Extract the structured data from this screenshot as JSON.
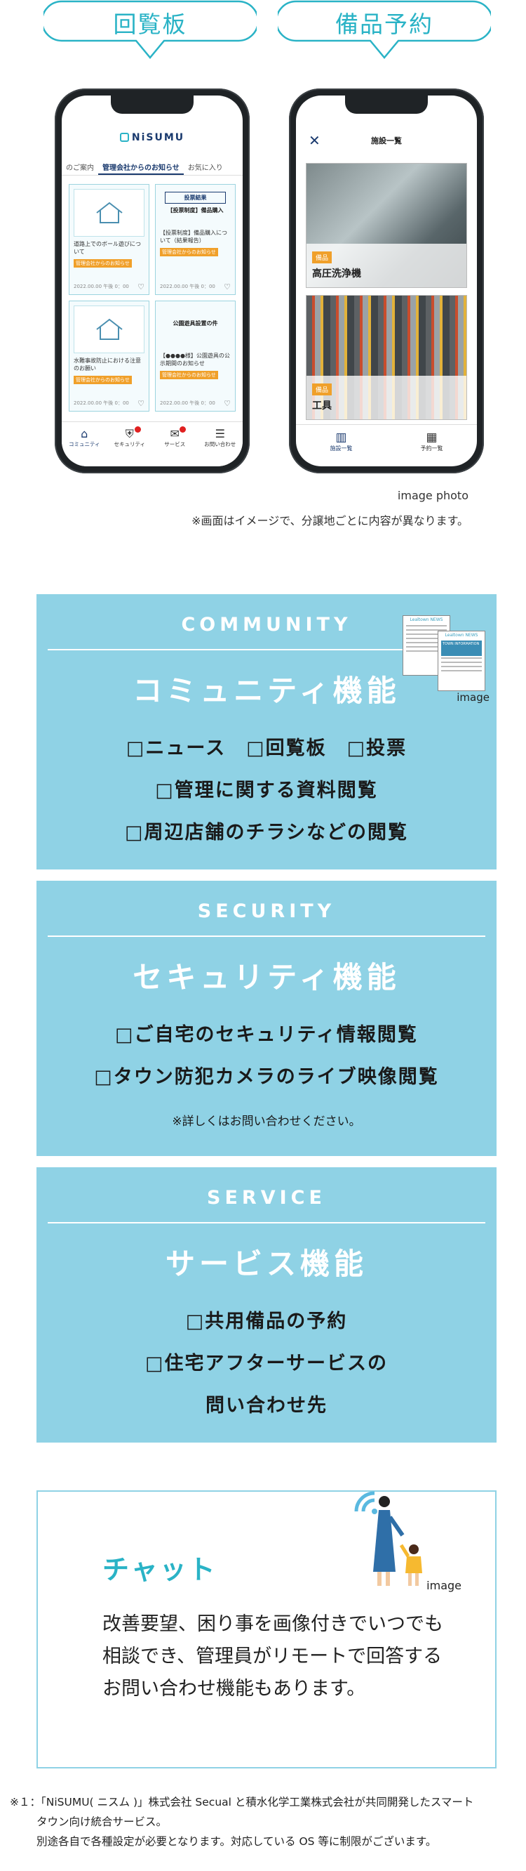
{
  "tags": {
    "left": "回覧板",
    "right": "備品予約"
  },
  "left_phone": {
    "logo": "NiSUMU",
    "tabs": [
      "のご案内",
      "管理会社からのお知らせ",
      "お気に入り"
    ],
    "cards": [
      {
        "head": "",
        "title": "道路上でのボール遊びについて",
        "chip": "管理会社からのお知らせ",
        "date": "2022.00.00 午後 0：00"
      },
      {
        "boxed": "投票結果",
        "head": "【投票制度】備品購入",
        "title": "【投票制度】備品購入について（結果報告）",
        "chip": "管理会社からのお知らせ",
        "date": "2022.00.00 午後 0：00"
      },
      {
        "head": "",
        "title": "水難事故防止における注意のお願い",
        "chip": "管理会社からのお知らせ",
        "date": "2022.00.00 午後 0：00"
      },
      {
        "head": "公園遊具設置の件",
        "title": "【●●●●様】公園遊具の公示期間のお知らせ",
        "chip": "管理会社からのお知らせ",
        "date": "2022.00.00 午後 0：00"
      }
    ],
    "nav": [
      "コミュニティ",
      "セキュリティ",
      "サービス",
      "お問い合わせ"
    ]
  },
  "right_phone": {
    "header": "施設一覧",
    "facilities": [
      {
        "chip": "備品",
        "name": "高圧洗浄機"
      },
      {
        "chip": "備品",
        "name": "工具"
      }
    ],
    "nav": [
      "施設一覧",
      "予約一覧"
    ]
  },
  "captions": {
    "image_photo": "image photo",
    "disclaimer": "※画面はイメージで、分譲地ごとに内容が異なります。"
  },
  "community": {
    "en": "COMMUNITY",
    "ja": "コミュニティ機能",
    "items": [
      "□ニュース　□回覧板　□投票",
      "□管理に関する資料閲覧",
      "□周辺店舗のチラシなどの閲覧"
    ],
    "illus": {
      "news1": "Lealtown NEWS",
      "news2": "Lealtown NEWS",
      "town_info": "TOWN INFORMATION",
      "image_label": "image"
    }
  },
  "security": {
    "en": "SECURITY",
    "ja": "セキュリティ機能",
    "items": [
      "□ご自宅のセキュリティ情報閲覧",
      "□タウン防犯カメラのライブ映像閲覧"
    ],
    "note": "※詳しくはお問い合わせください。"
  },
  "service": {
    "en": "SERVICE",
    "ja": "サービス機能",
    "items": [
      "□共用備品の予約",
      "□住宅アフターサービスの",
      "問い合わせ先"
    ]
  },
  "chat": {
    "title": "チャット",
    "body": "改善要望、困り事を画像付きでいつでも相談でき、管理員がリモートで回答するお問い合わせ機能もあります。",
    "image_label": "image"
  },
  "footnote": {
    "line1": "※１：「NiSUMU( ニスム )」株式会社 Secual と積水化学工業株式会社が共同開発したスマート",
    "line2": "タウン向け統合サービス。",
    "line3": "別途各自で各種設定が必要となります。対応している OS 等に制限がございます。"
  },
  "colors": {
    "accent": "#2ab3c6",
    "panel": "#8fd2e5",
    "chip": "#f0a02a",
    "navy": "#1a3a6e"
  }
}
